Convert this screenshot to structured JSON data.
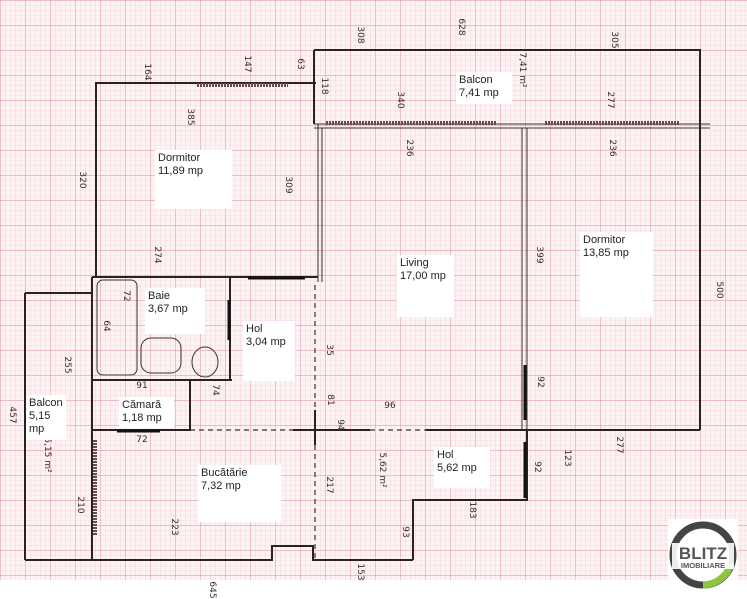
{
  "plan": {
    "rooms": [
      {
        "name": "Balcon",
        "area": "7,41 mp"
      },
      {
        "name": "Dormitor",
        "area": "11,89 mp"
      },
      {
        "name": "Living",
        "area": "17,00 mp"
      },
      {
        "name": "Dormitor",
        "area": "13,85 mp"
      },
      {
        "name": "Baie",
        "area": "3,67 mp"
      },
      {
        "name": "Hol",
        "area": "3,04 mp"
      },
      {
        "name": "Balcon",
        "area": "5,15 mp"
      },
      {
        "name": "Cămară",
        "area": "1,18 mp"
      },
      {
        "name": "Bucătărie",
        "area": "7,32 mp"
      },
      {
        "name": "Hol",
        "area": "5,62 mp"
      }
    ],
    "dimensions": [
      "164",
      "147",
      "63",
      "118",
      "385",
      "320",
      "309",
      "274",
      "308",
      "628",
      "305",
      "340",
      "277",
      "236",
      "236",
      "399",
      "500",
      "255",
      "457",
      "72",
      "64",
      "91",
      "74",
      "72",
      "210",
      "223",
      "645",
      "35",
      "94",
      "81",
      "217",
      "96",
      "92",
      "92",
      "123",
      "277",
      "183",
      "93",
      "153",
      "7,41 m²",
      "5,15 m²",
      "5,62 m²"
    ]
  },
  "logo": {
    "line1": "BLITZ",
    "line2": "IMOBILIARE",
    "ring_color": "#444444",
    "accent_color": "#8cc63f"
  },
  "colors": {
    "paper": "#fdf3f4",
    "grid_minor": "#f0c4cc",
    "grid_major": "#d98a9a",
    "walls": "#2a2222"
  }
}
